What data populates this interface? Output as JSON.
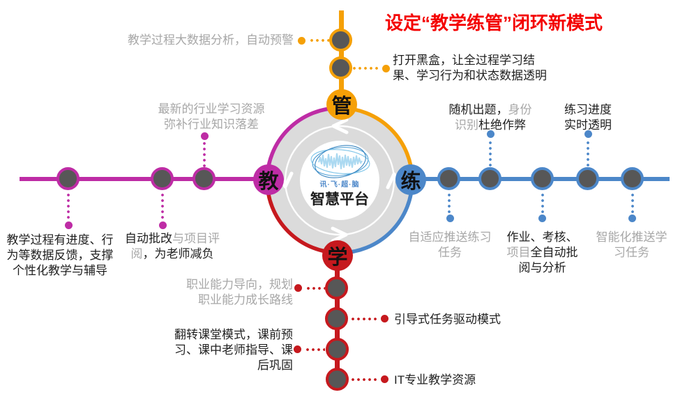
{
  "palette": {
    "title_red": "#f40000",
    "dark_text": "#1f1f1f",
    "gray_text": "#a7a7a7",
    "node_fill": "#575757",
    "ring_gray": "#dbdbdb"
  },
  "title": "设定“教学练管”闭环新模式",
  "hub": {
    "name": "智慧平台",
    "logo_caption": "讯·飞·超·脑",
    "logo_icon": "brain-scribble-waveform"
  },
  "branches": {
    "manage": {
      "label": "管",
      "color": "#f5a007",
      "notes": {
        "analysis": {
          "segments": [
            {
              "text": "教学过程大数据分析，自动预警",
              "tone": "gray"
            }
          ]
        },
        "blackbox": {
          "segments": [
            {
              "text": "打开黑盒，让全过程学习结果、学习行为和状态数据透明",
              "tone": "dark"
            }
          ]
        }
      }
    },
    "teach": {
      "label": "教",
      "color": "#be2ca5",
      "notes": {
        "resources": {
          "segments": [
            {
              "text": "最新的行业学习资源弥补行业知识落差",
              "tone": "gray"
            }
          ]
        },
        "feedback": {
          "segments": [
            {
              "text": "教学过程有进度、行为等数据反馈，支撑个性化教学与辅导",
              "tone": "dark"
            }
          ]
        },
        "grading": {
          "segments": [
            {
              "text": "自动批改",
              "tone": "dark"
            },
            {
              "text": "与项目评阅",
              "tone": "gray"
            },
            {
              "text": "，为老师减负",
              "tone": "dark"
            }
          ]
        }
      }
    },
    "practice": {
      "label": "练",
      "color": "#4c87c9",
      "notes": {
        "random_questions": {
          "segments": [
            {
              "text": "随机出题，",
              "tone": "dark"
            },
            {
              "text": "身份识别",
              "tone": "gray"
            },
            {
              "text": "杜绝作弊",
              "tone": "dark"
            }
          ]
        },
        "progress": {
          "segments": [
            {
              "text": "练习进度实时透明",
              "tone": "dark"
            }
          ]
        },
        "adaptive": {
          "segments": [
            {
              "text": "自适应推送练习任务",
              "tone": "gray"
            }
          ]
        },
        "auto_grading": {
          "segments": [
            {
              "text": "作业、考核、",
              "tone": "dark"
            },
            {
              "text": "项目",
              "tone": "gray"
            },
            {
              "text": "全自动批阅与分析",
              "tone": "dark"
            }
          ]
        },
        "smart_push": {
          "segments": [
            {
              "text": "智能化推送学习任务",
              "tone": "gray"
            }
          ]
        }
      }
    },
    "learn": {
      "label": "学",
      "color": "#c6191e",
      "notes": {
        "career": {
          "segments": [
            {
              "text": "职业能力导向，规划职业能力成长路线",
              "tone": "gray"
            }
          ]
        },
        "task_driven": {
          "segments": [
            {
              "text": "引导式任务驱动模式",
              "tone": "dark"
            }
          ]
        },
        "flipped": {
          "segments": [
            {
              "text": "翻转课堂模式，课前预习、课中老师指导、课后巩固",
              "tone": "dark"
            }
          ]
        },
        "it_resources": {
          "segments": [
            {
              "text": "IT专业教学资源",
              "tone": "dark"
            }
          ]
        }
      }
    }
  }
}
